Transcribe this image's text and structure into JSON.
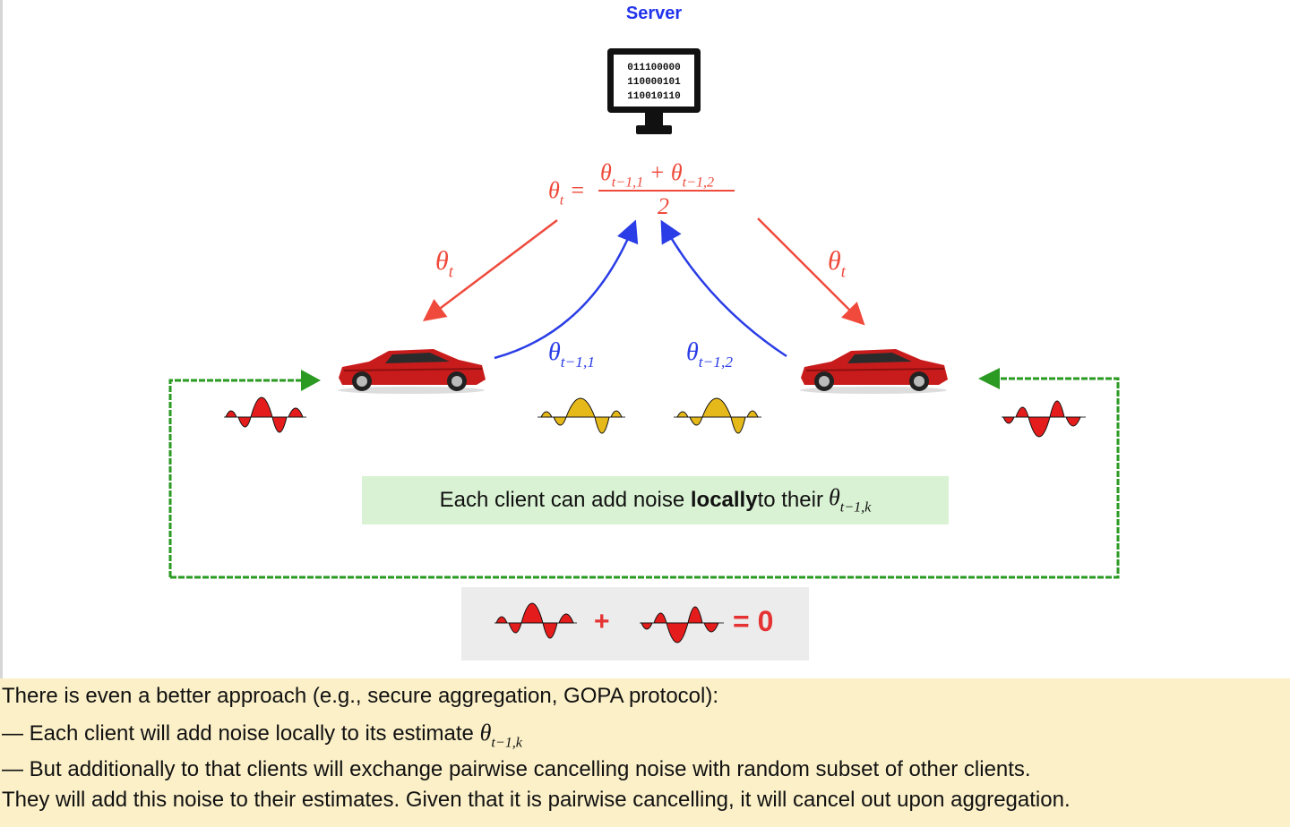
{
  "server": {
    "label": "Server",
    "binary_lines": [
      "011100000",
      "110000101",
      "110010110"
    ]
  },
  "formula": {
    "lhs": "θ",
    "lhs_sub": "t",
    "eq": " =",
    "num_a": "θ",
    "num_a_sub": "t−1,1",
    "plus": " + ",
    "num_b": "θ",
    "num_b_sub": "t−1,2",
    "den": "2"
  },
  "arrows": {
    "theta_down": "θ",
    "theta_down_sub": "t",
    "theta_up_1": "θ",
    "theta_up_1_sub": "t−1,1",
    "theta_up_2": "θ",
    "theta_up_2_sub": "t−1,2"
  },
  "note": {
    "prefix": "Each client can add noise ",
    "bold": "locally",
    "suffix": " to their ",
    "theta": "θ",
    "theta_sub": "t−1,k"
  },
  "equation": {
    "plus": "+",
    "result": "= 0"
  },
  "bottom": {
    "line1": "There is even a better approach (e.g., secure aggregation, GOPA protocol):",
    "line2": " — Each client will add noise locally to its estimate ",
    "line2_theta": "θ",
    "line2_theta_sub": "t−1,k",
    "line3": "— But additionally to that clients will exchange pairwise cancelling noise with random subset of other clients.",
    "line4": "They will add this noise to their estimates. Given that it is pairwise cancelling, it will cancel out upon aggregation."
  },
  "colors": {
    "server_blue": "#2233ee",
    "red_arrow": "#ef4a3c",
    "blue_arrow": "#2a3de6",
    "green_loop": "#2a9a22",
    "note_bg": "#d9f2d3",
    "panel_bg": "#fbf0c8",
    "noise_red": "#e51c1c",
    "noise_gold": "#e6b91a"
  },
  "icons": [
    "monitor-icon",
    "car-icon",
    "noise-wave-icon"
  ]
}
